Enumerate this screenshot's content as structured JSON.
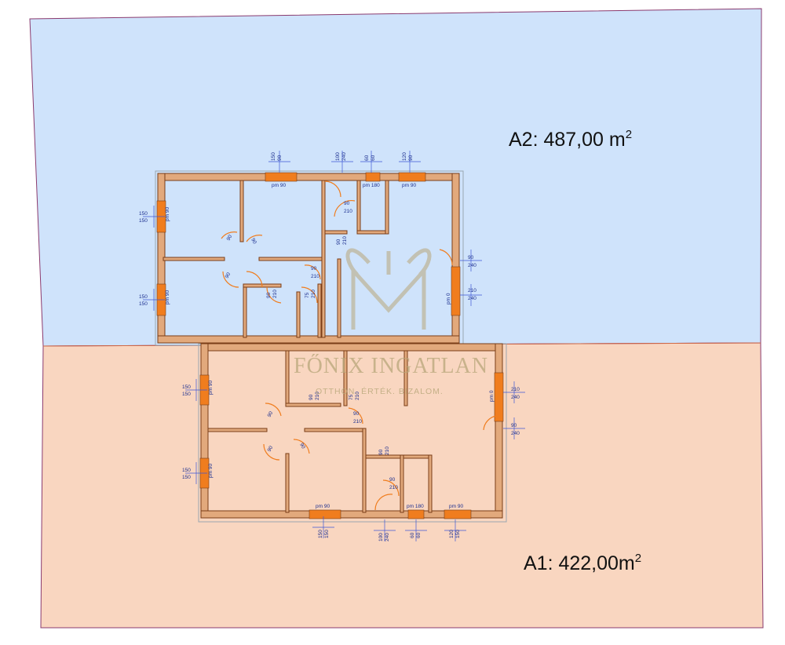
{
  "plots": {
    "a2": {
      "label": "A2: 487,00 m",
      "sup": "2",
      "fill": "#cfe3fb"
    },
    "a1": {
      "label": "A1: 422,00m",
      "sup": "2",
      "fill": "#f9d6c0"
    },
    "border_color": "#8a3a6e"
  },
  "watermark": {
    "name": "FŐNIX INGATLAN",
    "tagline": "OTTHON. ÉRTÉK. BIZALOM.",
    "logo_icon": "phoenix-logo-icon"
  },
  "building": {
    "wall_fill": "#e2a97c",
    "wall_stroke": "#7a3d17",
    "opening_color": "#f07d1e"
  },
  "dimension_labels": {
    "w150": "150",
    "w90": "90",
    "w100": "100",
    "w120": "120",
    "w60": "60",
    "h150": "150",
    "h90": "90",
    "h240": "240",
    "h60": "60",
    "h180": "180",
    "h210": "210",
    "d90": "90",
    "d75": "75",
    "pm90": "pm 90",
    "pm180": "pm 180",
    "pm0": "pm 0"
  }
}
